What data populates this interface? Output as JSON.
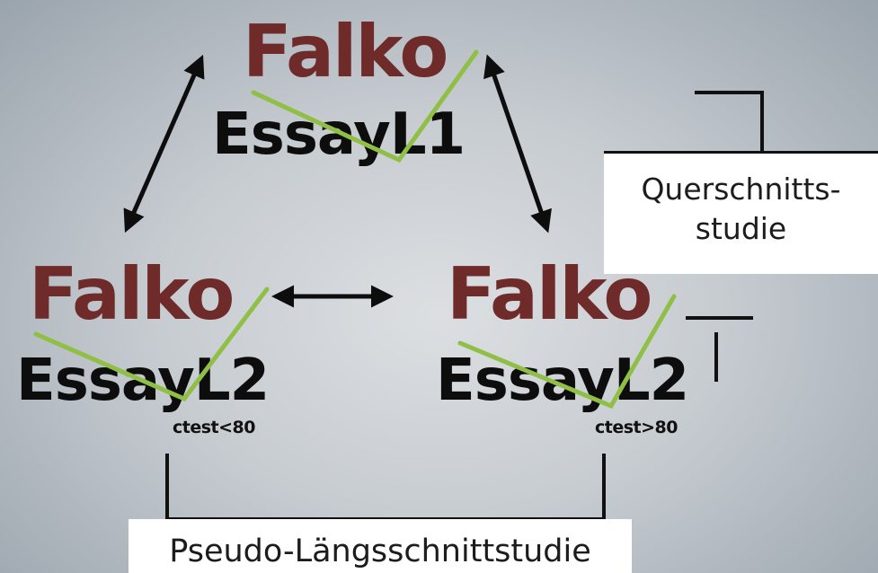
{
  "corpus_top": {
    "name": "Falko",
    "sub": "EssayL1"
  },
  "corpus_left": {
    "name": "Falko",
    "sub": "EssayL2",
    "note": "ctest<80"
  },
  "corpus_right": {
    "name": "Falko",
    "sub": "EssayL2",
    "note": "ctest>80"
  },
  "cross_sectional_box": {
    "line1": "Querschnitts-",
    "line2": "studie"
  },
  "longitudinal_box": {
    "label": "Pseudo-Längsschnittstudie"
  },
  "colors": {
    "logo": "#6f2a2a",
    "text": "#0d0d0d",
    "logo_stroke": "#8fbf45",
    "arrow": "#0d0d0d",
    "bracket": "#111111",
    "box_fill": "#ffffff"
  }
}
